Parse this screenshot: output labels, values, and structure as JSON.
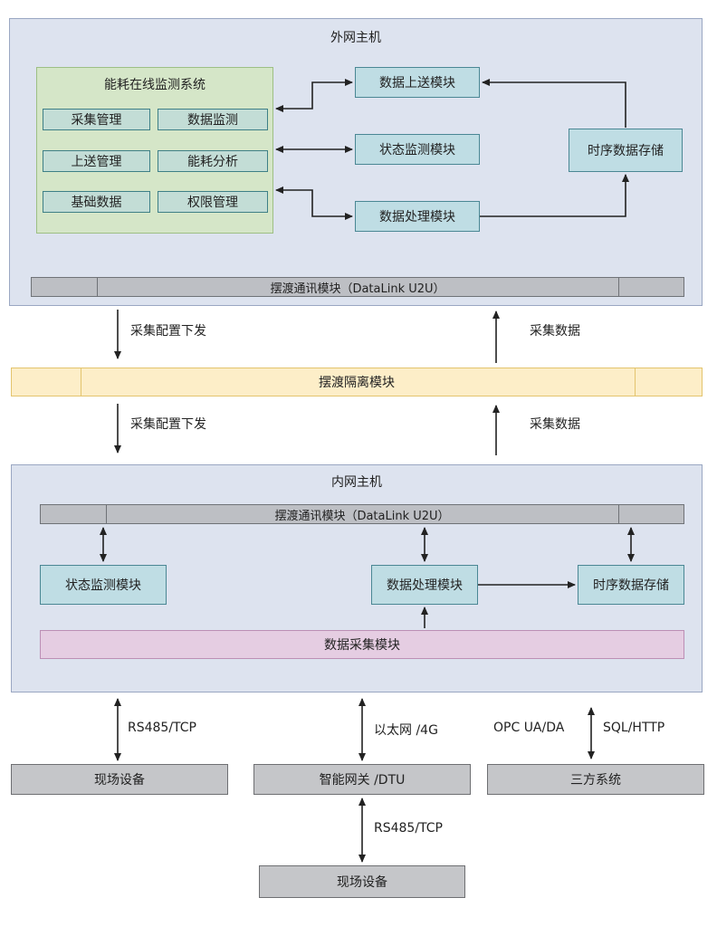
{
  "outer_host": {
    "title": "外网主机",
    "system": {
      "title": "能耗在线监测系统",
      "items": [
        "采集管理",
        "数据监测",
        "上送管理",
        "能耗分析",
        "基础数据",
        "权限管理"
      ]
    },
    "upload_module": "数据上送模块",
    "status_module": "状态监测模块",
    "process_module": "数据处理模块",
    "tsdb": "时序数据存储",
    "ferry_comm": "摆渡通讯模块（DataLink U2U）"
  },
  "middle": {
    "down_label_1": "采集配置下发",
    "up_label_1": "采集数据",
    "ferry_isolation": "摆渡隔离模块",
    "down_label_2": "采集配置下发",
    "up_label_2": "采集数据"
  },
  "inner_host": {
    "title": "内网主机",
    "ferry_comm": "摆渡通讯模块（DataLink U2U）",
    "status_module": "状态监测模块",
    "process_module": "数据处理模块",
    "tsdb": "时序数据存储",
    "collect_module": "数据采集模块"
  },
  "bottom": {
    "link_left": "RS485/TCP",
    "link_mid": "以太网 /4G",
    "link_right_a": "OPC UA/DA",
    "link_right_b": "SQL/HTTP",
    "field_devices": "现场设备",
    "gateway": "智能网关 /DTU",
    "third_party": "三方系统",
    "link_bottom": "RS485/TCP",
    "field_devices_2": "现场设备"
  }
}
